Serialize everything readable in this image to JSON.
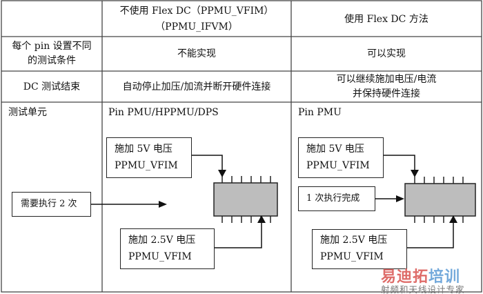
{
  "header": {
    "col_without_line1": "不使用 Flex DC（PPMU_VFIM）",
    "col_without_line2": "（PPMU_IFVM）",
    "col_with": "使用 Flex DC 方法"
  },
  "rows": [
    {
      "label_line1": "每个 pin 设置不同",
      "label_line2": "的测试条件",
      "without": "不能实现",
      "with": "可以实现"
    },
    {
      "label": "DC 测试结束",
      "without": "自动停止加压/加流并断开硬件连接",
      "with_line1": "可以继续施加电压/电流",
      "with_line2": "并保持硬件连接"
    }
  ],
  "unit_row": {
    "label": "测试单元",
    "without": {
      "title": "Pin PMU/HPPMU/DPS",
      "box_5v_line1": "施加 5V  电压",
      "box_5v_line2": "PPMU_VFIM",
      "box_exec": "需要执行 2 次",
      "box_25v_line1": "施加 2.5V  电压",
      "box_25v_line2": "PPMU_VFIM"
    },
    "with": {
      "title": "Pin PMU",
      "box_5v_line1": "施加 5V  电压",
      "box_5v_line2": "PPMU_VFIM",
      "box_exec": "1 次执行完成",
      "box_25v_line1": "施加 2.5V  电压",
      "box_25v_line2": "PPMU_VFIM"
    }
  },
  "watermark": {
    "brand_red": "易迪拓",
    "brand_blue": "培训",
    "tagline": "射频和天线设计专家",
    "red": "#d9534f",
    "blue": "#5b9bd5"
  }
}
